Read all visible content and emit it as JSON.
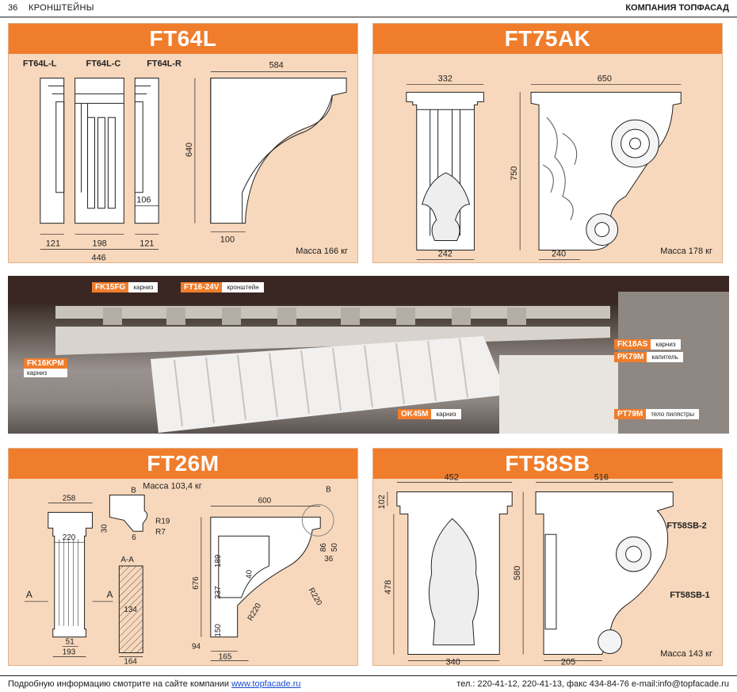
{
  "header": {
    "page_number": "36",
    "section": "КРОНШТЕЙНЫ",
    "company": "КОМПАНИЯ ТОПФАСАД"
  },
  "ft64l": {
    "title": "FT64L",
    "labels": {
      "left": "FT64L-L",
      "center": "FT64L-C",
      "right": "FT64L-R"
    },
    "dims": {
      "w121a": "121",
      "w198": "198",
      "w121b": "121",
      "w446": "446",
      "w106": "106",
      "w584": "584",
      "h640": "640",
      "w100": "100"
    },
    "mass": "Масса 166 кг"
  },
  "ft75ak": {
    "title": "FT75AK",
    "dims": {
      "w332": "332",
      "w242": "242",
      "w650": "650",
      "h750": "750",
      "w240": "240"
    },
    "mass": "Масса 178 кг"
  },
  "photo_tags": [
    {
      "code": "FK15FG",
      "desc": "карниз"
    },
    {
      "code": "FT16-24V",
      "desc": "кронштейн"
    },
    {
      "code": "FK16KPM",
      "desc": "карниз"
    },
    {
      "code": "FK18AS",
      "desc": "карниз"
    },
    {
      "code": "PK79M",
      "desc": "капитель"
    },
    {
      "code": "OK45M",
      "desc": "карниз"
    },
    {
      "code": "PT79M",
      "desc": "тело пилястры"
    }
  ],
  "ft26m": {
    "title": "FT26M",
    "mass": "Масса 103,4 кг",
    "dims": {
      "w258": "258",
      "w220": "220",
      "w51": "51",
      "w193": "193",
      "sectA": "A",
      "sectAA": "A-A",
      "w134": "134",
      "w164": "164",
      "detB": "B",
      "r19": "R19",
      "r7": "R7",
      "h30": "30",
      "d6": "6",
      "w600": "600",
      "h189": "189",
      "h676": "676",
      "h337": "337",
      "h150": "150",
      "h40": "40",
      "h86": "86",
      "h50": "50",
      "w36": "36",
      "r220a": "R220",
      "r220b": "R220",
      "w94": "94",
      "w165": "165",
      "detB2": "B"
    }
  },
  "ft58sb": {
    "title": "FT58SB",
    "labels": {
      "part2": "FT58SB-2",
      "part1": "FT58SB-1"
    },
    "dims": {
      "w452": "452",
      "w516": "516",
      "h102": "102",
      "h478": "478",
      "h580": "580",
      "w340": "340",
      "w205": "205"
    },
    "mass": "Масса 143 кг"
  },
  "footer": {
    "info": "Подробную информацию смотрите на сайте компании",
    "site": "www.topfacade.ru",
    "contacts": "тел.: 220-41-12, 220-41-13, факс 434-84-76 e-mail:info@topfacade.ru"
  }
}
